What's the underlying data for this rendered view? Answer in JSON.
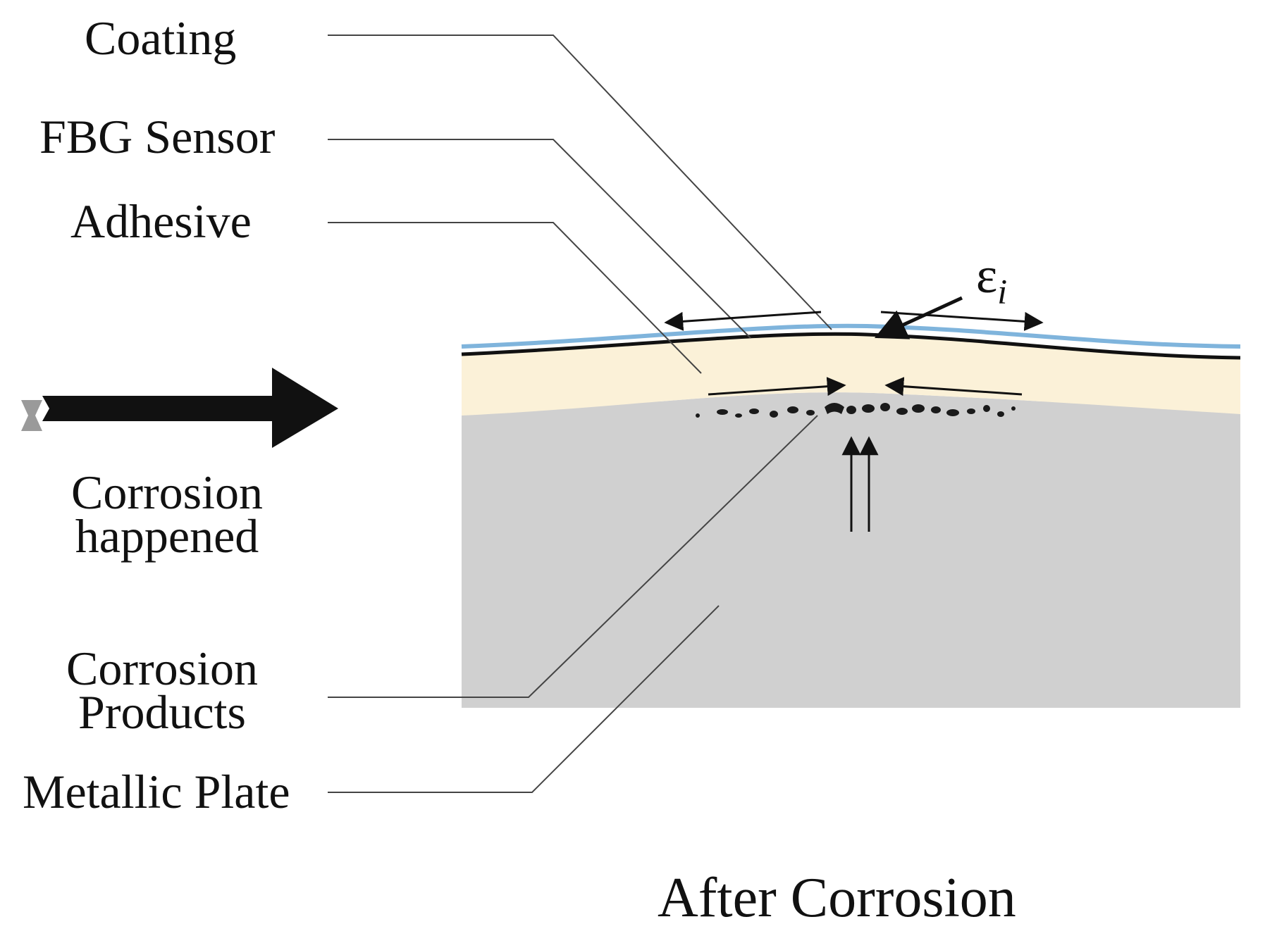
{
  "labels": {
    "coating": "Coating",
    "fbg_sensor": "FBG Sensor",
    "adhesive": "Adhesive",
    "corrosion_happened": [
      "Corrosion",
      "happened"
    ],
    "corrosion_products": [
      "Corrosion",
      "Products"
    ],
    "metallic_plate": "Metallic Plate",
    "strain_symbol": "ε",
    "strain_subscript": "i"
  },
  "caption": "After Corrosion",
  "colors": {
    "coating": "#7fb4dc",
    "fbg_sensor": "#111111",
    "adhesive": "#fbf1d8",
    "metallic_plate": "#d0d0d0",
    "corrosion_products": "#1a1a1a",
    "leader_lines": "#444444",
    "big_arrow": "#111111"
  }
}
